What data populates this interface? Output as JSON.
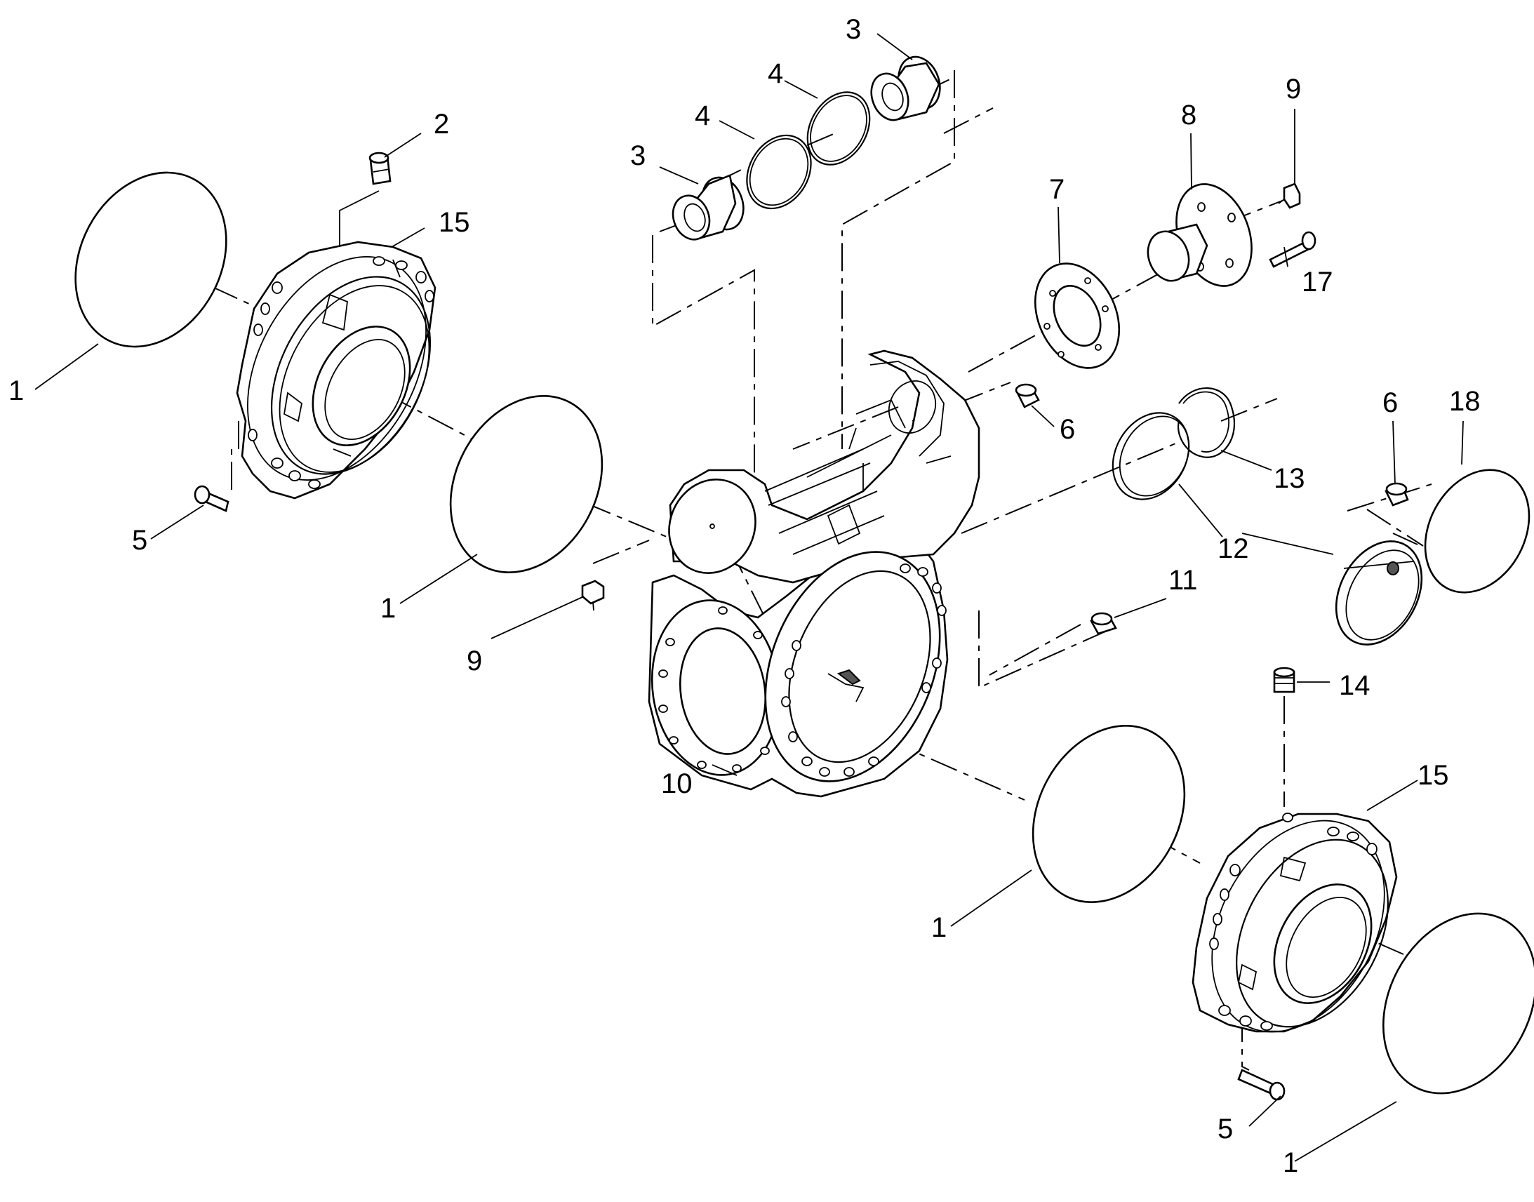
{
  "callouts": [
    {
      "id": "c1a",
      "label": "1"
    },
    {
      "id": "c1b",
      "label": "1"
    },
    {
      "id": "c1c",
      "label": "1"
    },
    {
      "id": "c1d",
      "label": "1"
    },
    {
      "id": "c2",
      "label": "2"
    },
    {
      "id": "c3a",
      "label": "3"
    },
    {
      "id": "c3b",
      "label": "3"
    },
    {
      "id": "c4a",
      "label": "4"
    },
    {
      "id": "c4b",
      "label": "4"
    },
    {
      "id": "c5a",
      "label": "5"
    },
    {
      "id": "c5b",
      "label": "5"
    },
    {
      "id": "c6a",
      "label": "6"
    },
    {
      "id": "c6b",
      "label": "6"
    },
    {
      "id": "c7",
      "label": "7"
    },
    {
      "id": "c8",
      "label": "8"
    },
    {
      "id": "c9a",
      "label": "9"
    },
    {
      "id": "c9b",
      "label": "9"
    },
    {
      "id": "c10",
      "label": "10"
    },
    {
      "id": "c11",
      "label": "11"
    },
    {
      "id": "c12",
      "label": "12"
    },
    {
      "id": "c13",
      "label": "13"
    },
    {
      "id": "c14",
      "label": "14"
    },
    {
      "id": "c15a",
      "label": "15"
    },
    {
      "id": "c15b",
      "label": "15"
    },
    {
      "id": "c17",
      "label": "17"
    },
    {
      "id": "c18",
      "label": "18"
    }
  ]
}
